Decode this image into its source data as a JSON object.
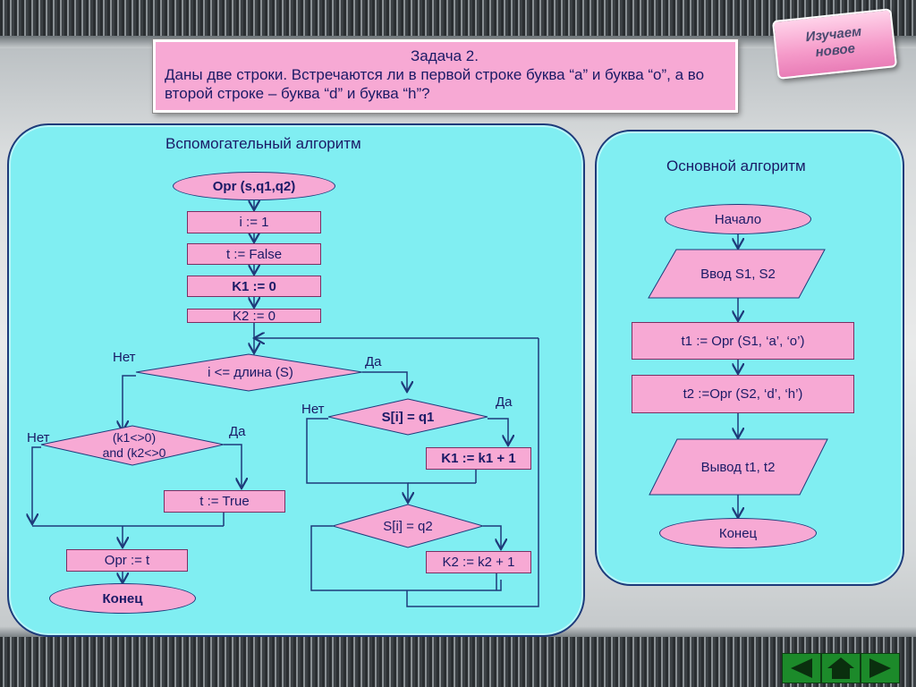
{
  "task": {
    "title": "Задача 2.",
    "text": "Даны две строки. Встречаются ли в первой строке буква “a”  и буква “о”, а во второй строке – буква “d” и буква “h”?"
  },
  "badge": {
    "line1": "Изучаем",
    "line2": "новое"
  },
  "aux": {
    "title": "Вспомогательный алгоритм",
    "start": "Opr (s,q1,q2)",
    "i_init": "i := 1",
    "t_init": "t := False",
    "k1_init": "K1 := 0",
    "k2_init": "K2 := 0",
    "loop_cond": "i <= длина (S)",
    "cond_k": "(k1<>0)\nand (k2<>0",
    "t_true": "t := True",
    "opr_t": "Opr := t",
    "end": "Конец",
    "cond_q1": "S[i] = q1",
    "k1_inc": "K1 := k1 + 1",
    "cond_q2": "S[i] = q2",
    "k2_inc": "K2 := k2 + 1",
    "no": "Нет",
    "yes": "Да"
  },
  "main": {
    "title": "Основной алгоритм",
    "start": "Начало",
    "input": "Ввод S1, S2",
    "t1": "t1 := Opr (S1, ‘a’, ‘o’)",
    "t2": "t2 :=Opr (S2, ‘d’, ‘h’)",
    "output": "Вывод t1, t2",
    "end": "Конец"
  },
  "colors": {
    "shape_fill": "#f7a9d4",
    "panel": "#80eef2",
    "line": "#1e3a7a",
    "nav": "#1c8a2a"
  },
  "nav_icons": [
    "arrow-left-icon",
    "home-icon",
    "arrow-right-icon"
  ]
}
